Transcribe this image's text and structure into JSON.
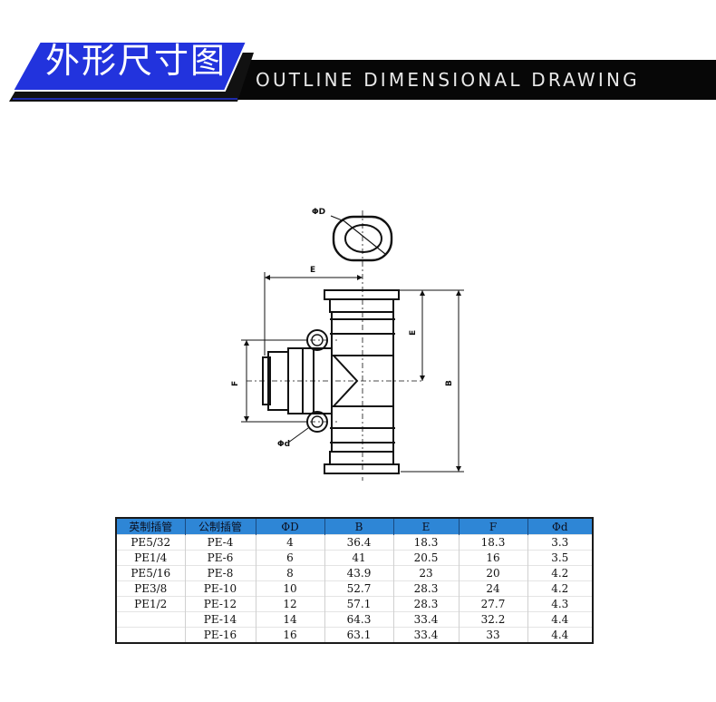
{
  "header": {
    "title_cn": "外形尺寸图",
    "title_en": "OUTLINE DIMENSIONAL DRAWING",
    "accent_color": "#2233dd"
  },
  "drawing": {
    "labels": {
      "phiD": "ΦD",
      "E_top": "E",
      "E_side": "E",
      "F": "F",
      "B": "B",
      "phid": "Φd"
    }
  },
  "table": {
    "headers": [
      "英制插管",
      "公制插管",
      "ΦD",
      "B",
      "E",
      "F",
      "Φd"
    ],
    "rows": [
      [
        "PE5/32",
        "PE-4",
        "4",
        "36.4",
        "18.3",
        "18.3",
        "3.3"
      ],
      [
        "PE1/4",
        "PE-6",
        "6",
        "41",
        "20.5",
        "16",
        "3.5"
      ],
      [
        "PE5/16",
        "PE-8",
        "8",
        "43.9",
        "23",
        "20",
        "4.2"
      ],
      [
        "PE3/8",
        "PE-10",
        "10",
        "52.7",
        "28.3",
        "24",
        "4.2"
      ],
      [
        "PE1/2",
        "PE-12",
        "12",
        "57.1",
        "28.3",
        "27.7",
        "4.3"
      ],
      [
        "",
        "PE-14",
        "14",
        "64.3",
        "33.4",
        "32.2",
        "4.4"
      ],
      [
        "",
        "PE-16",
        "16",
        "63.1",
        "33.4",
        "33",
        "4.4"
      ]
    ]
  }
}
